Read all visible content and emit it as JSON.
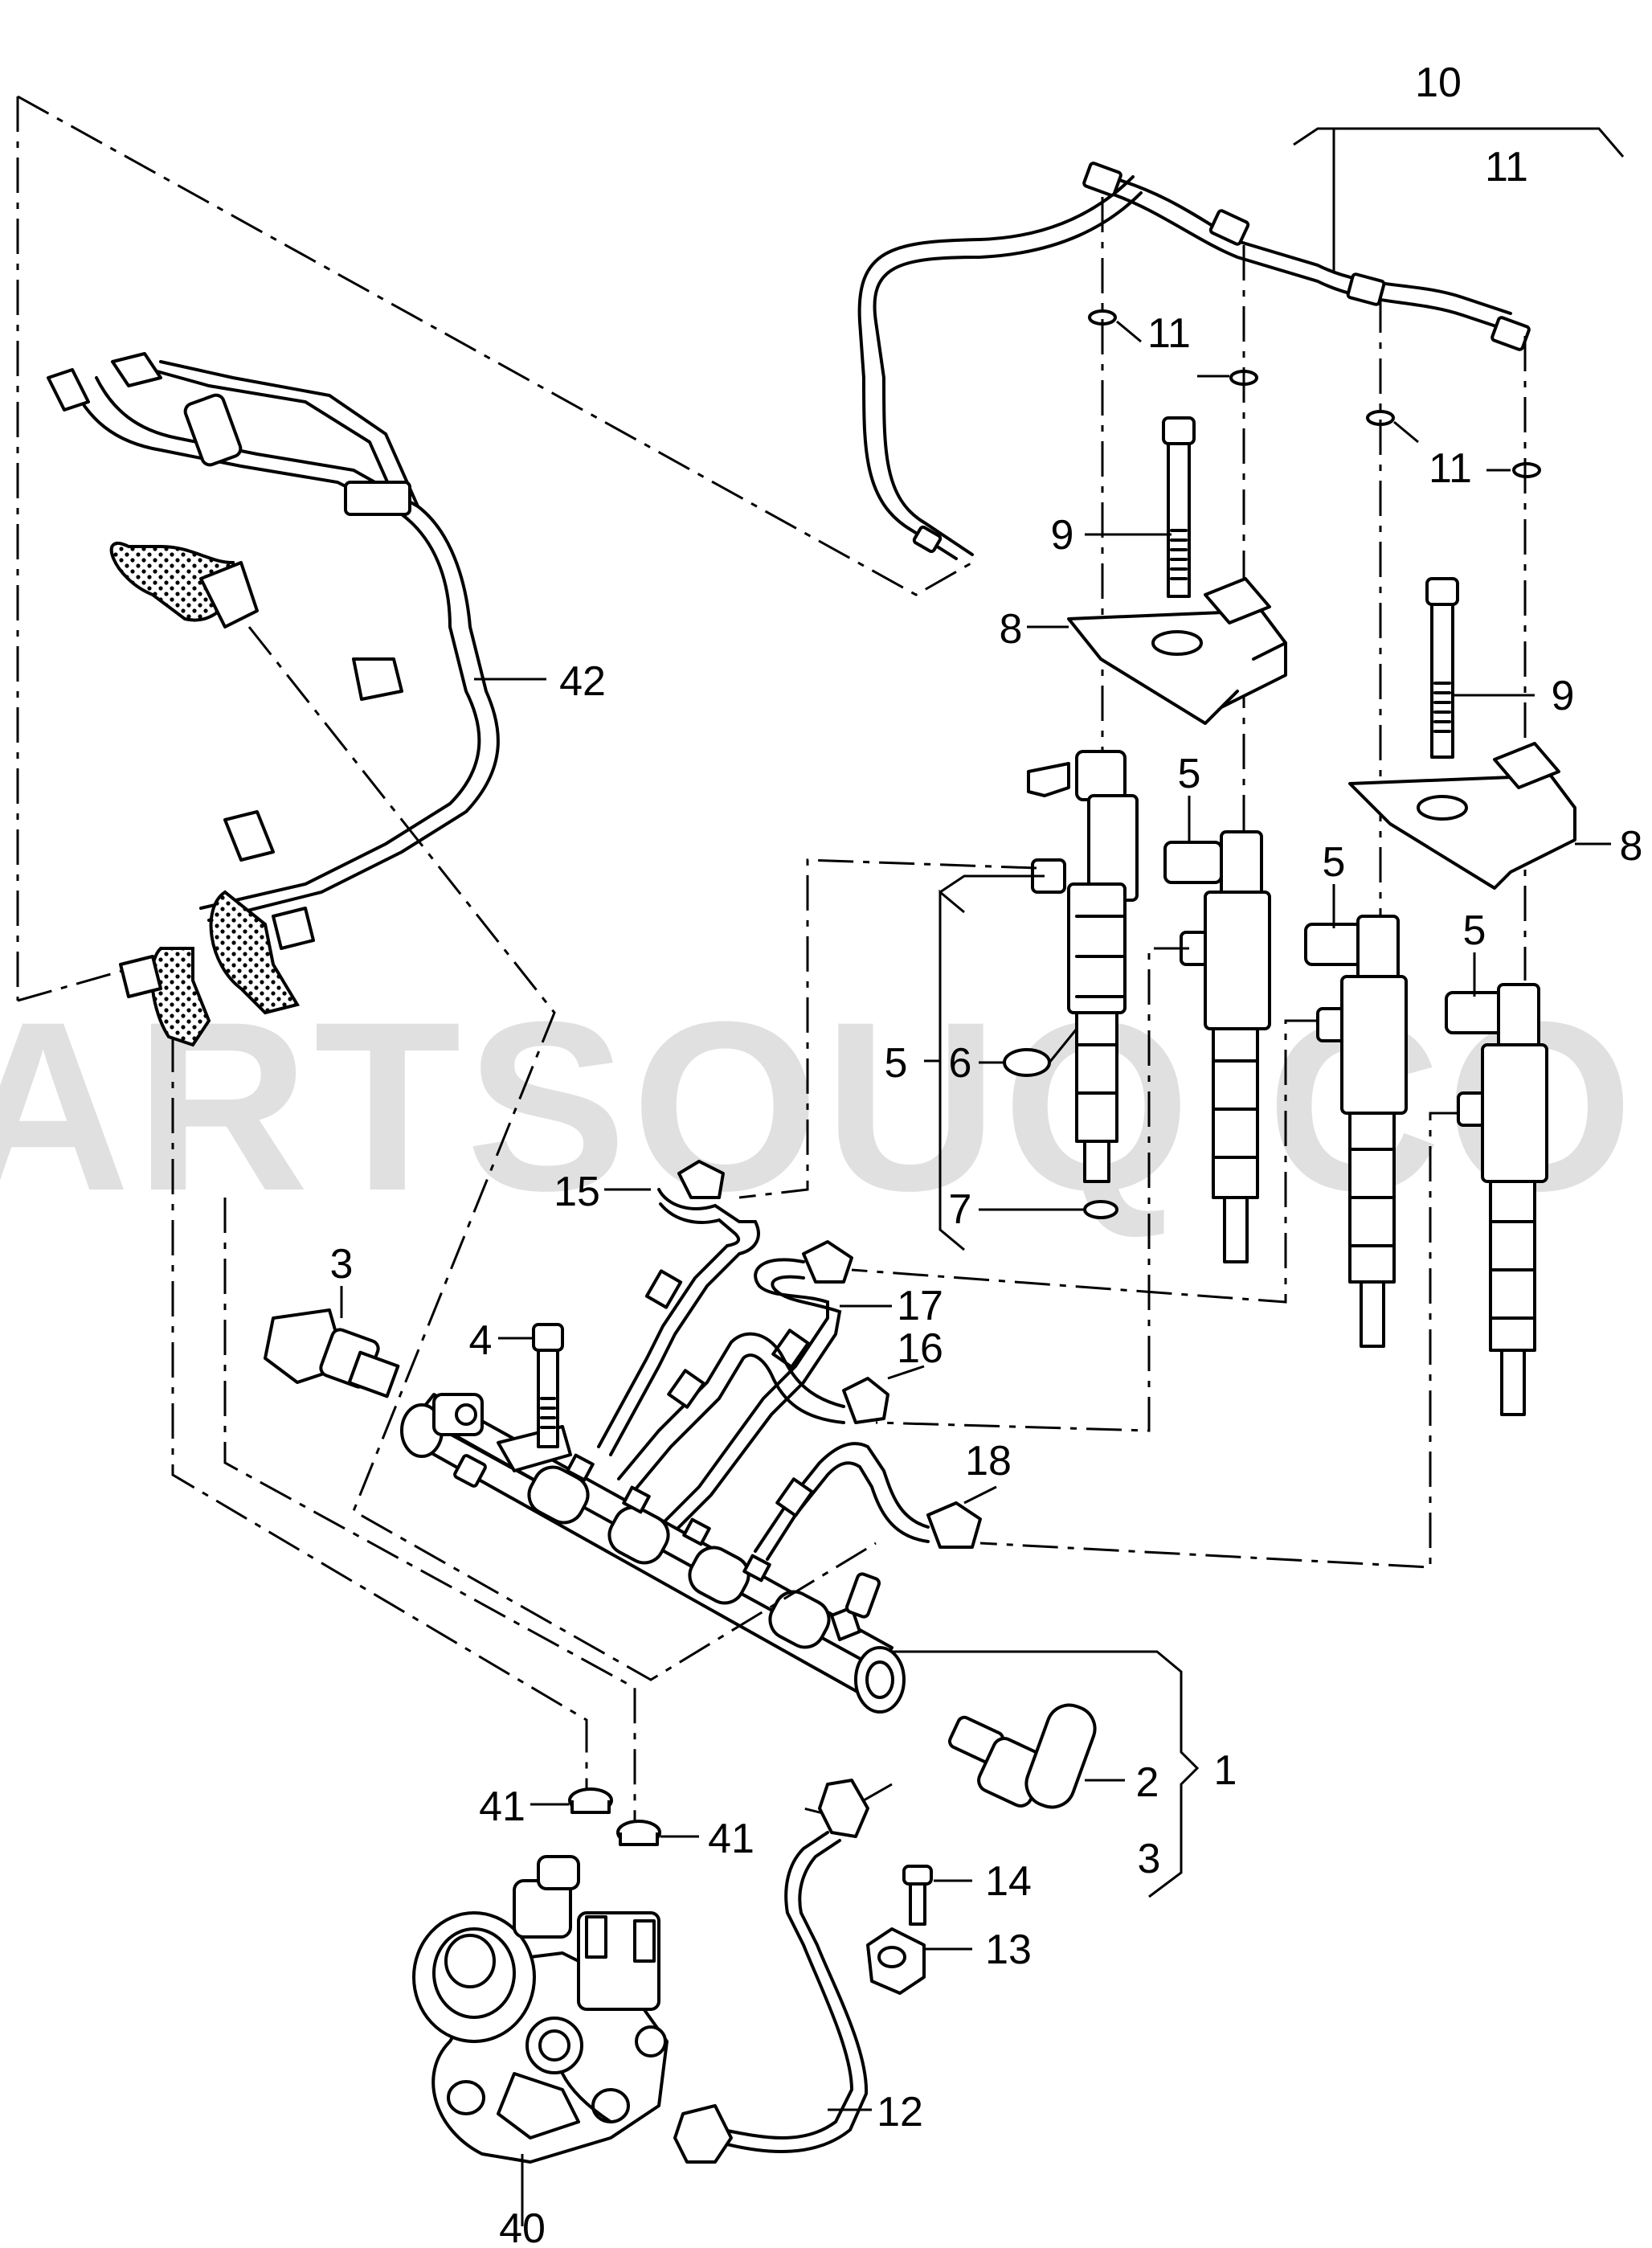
{
  "watermark": "PARTSOUQ.COM",
  "callouts": {
    "c10": "10",
    "c11_top": "11",
    "c11_a": "11",
    "c11_b": "11",
    "c9_a": "9",
    "c9_b": "9",
    "c8_a": "8",
    "c8_b": "8",
    "c5_a": "5",
    "c5_b": "5",
    "c5_c": "5",
    "c5_group": "5",
    "c6": "6",
    "c7": "7",
    "c15": "15",
    "c17": "17",
    "c16": "16",
    "c18": "18",
    "c3_left": "3",
    "c4": "4",
    "c42": "42",
    "c2": "2",
    "c1": "1",
    "c3_right": "3",
    "c41_a": "41",
    "c41_b": "41",
    "c14": "14",
    "c13": "13",
    "c12": "12",
    "c40": "40"
  }
}
